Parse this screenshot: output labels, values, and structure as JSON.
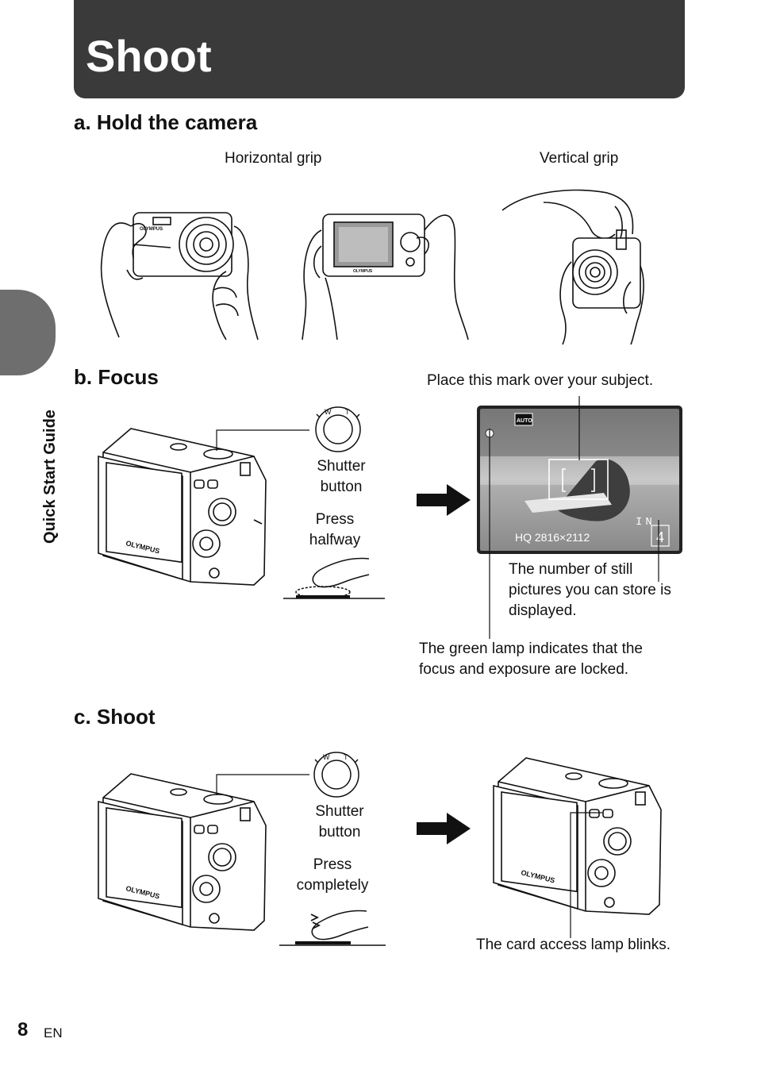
{
  "header": {
    "title": "Shoot"
  },
  "sidebar": {
    "label": "Quick Start Guide"
  },
  "sections": {
    "hold": {
      "heading": "a.  Hold the camera",
      "horizontal_label": "Horizontal grip",
      "vertical_label": "Vertical grip"
    },
    "focus": {
      "heading": "b.  Focus",
      "shutter_line1": "Shutter",
      "shutter_line2": "button",
      "press_line1": "Press",
      "press_line2": "halfway",
      "mark_caption": "Place this mark over your subject.",
      "count_line1": "The number of still",
      "count_line2": "pictures you can store is",
      "count_line3": "displayed.",
      "lamp_line1": "The green lamp indicates that the",
      "lamp_line2": "focus and exposure are locked.",
      "lcd": {
        "mode_badge": "AUTO",
        "memory": "IN",
        "quality": "HQ  2816×2112",
        "count": "4"
      }
    },
    "shoot": {
      "heading": "c.  Shoot",
      "shutter_line1": "Shutter",
      "shutter_line2": "button",
      "press_line1": "Press",
      "press_line2": "completely",
      "card_caption": "The card access lamp blinks."
    }
  },
  "camera_brand": "OLYMPUS",
  "dial_marks": {
    "w": "W",
    "t": "T"
  },
  "footer": {
    "page_number": "8",
    "language": "EN"
  }
}
